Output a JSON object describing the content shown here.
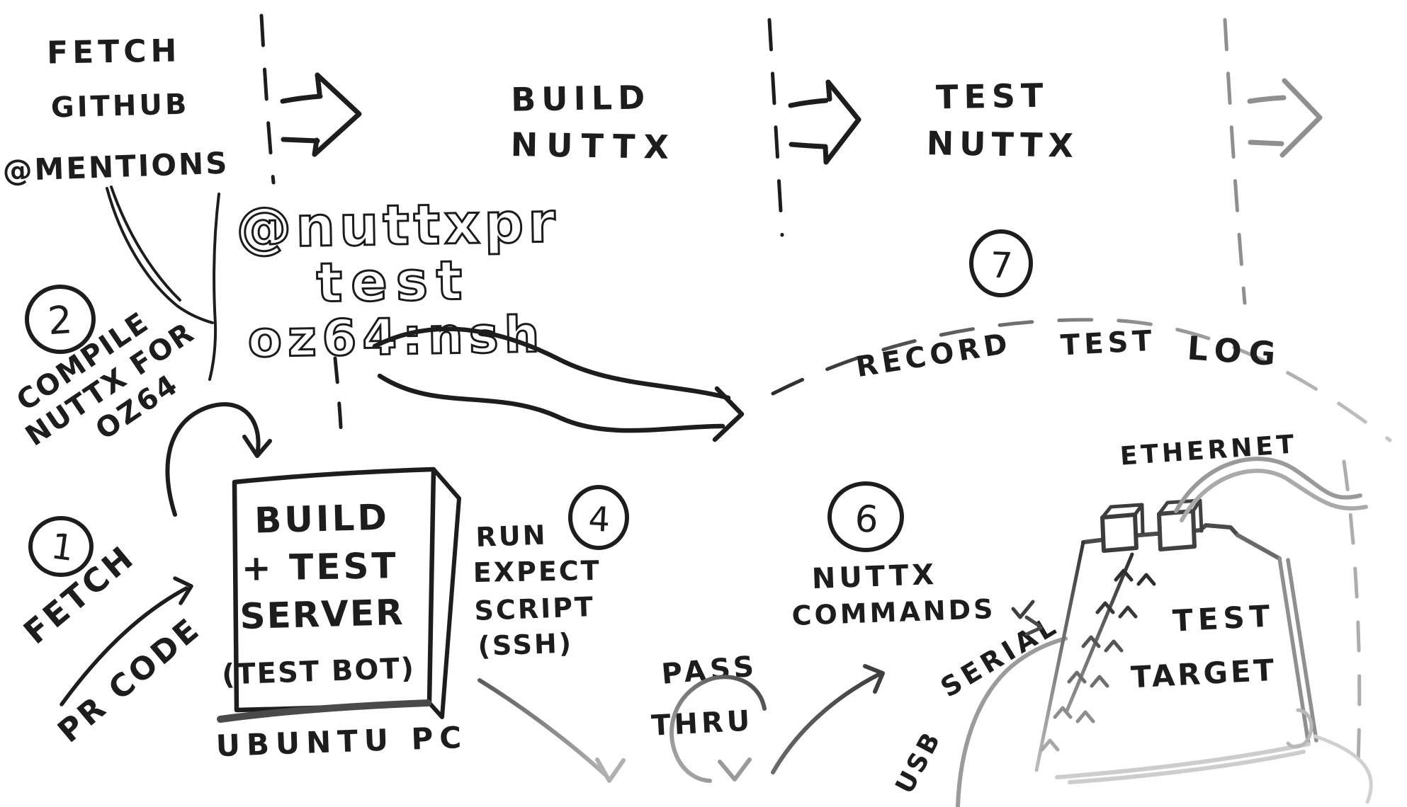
{
  "stages": {
    "fetch": {
      "line1": "FETCH",
      "line2": "GITHUB",
      "line3": "@MENTIONS"
    },
    "build": {
      "line1": "BUILD",
      "line2": "NUTTX"
    },
    "test": {
      "line1": "TEST",
      "line2": "NUTTX"
    }
  },
  "command": {
    "line1": "@nuttxpr",
    "line2": "test",
    "line3": "oz64:nsh"
  },
  "steps": {
    "one": {
      "number": "1",
      "label_line1": "FETCH",
      "label_line2": "PR CODE"
    },
    "two": {
      "number": "2",
      "label_line1": "COMPILE",
      "label_line2": "NUTTX FOR",
      "label_line3": "OZ64"
    },
    "four": {
      "number": "4",
      "label_line1": "RUN",
      "label_line2": "EXPECT",
      "label_line3": "SCRIPT",
      "label_line4": "(SSH)"
    },
    "six": {
      "number": "6",
      "label_line1": "NUTTX",
      "label_line2": "COMMANDS"
    },
    "seven": {
      "number": "7",
      "label_line1": "RECORD",
      "label_line2": "TEST",
      "label_line3": "LOG"
    }
  },
  "server": {
    "line1": "BUILD",
    "line2": "+ TEST",
    "line3": "SERVER",
    "line4": "(TEST BOT)",
    "machine": "UBUNTU PC"
  },
  "board": {
    "line1": "TEST",
    "line2": "TARGET"
  },
  "labels": {
    "pass_line1": "PASS",
    "pass_line2": "THRU",
    "ethernet": "ETHERNET",
    "serial": "SERIAL",
    "usb": "USB"
  },
  "colors": {
    "ink": "#1d1d1d",
    "dark_gray": "#4a4a4a",
    "mid_gray": "#8f8f8f",
    "light_gray": "#b8b8b8",
    "background": "#ffffff"
  }
}
